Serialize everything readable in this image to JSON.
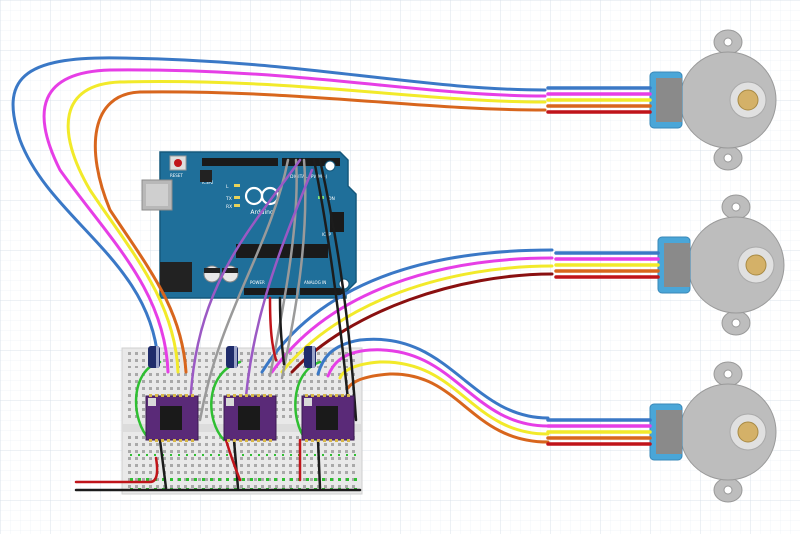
{
  "board": {
    "reset_label": "RESET",
    "icsp2_label": "ICSP2",
    "icsp_label": "ICSP",
    "brand_label": "Arduino",
    "header_label": "DIGITAL (PWM~)",
    "power_label": "POWER",
    "analog_label": "ANALOG IN",
    "led_labels": [
      "L",
      "TX",
      "RX"
    ],
    "on_label": "ON"
  },
  "wire_colors": {
    "blue": "#3a78c6",
    "pink": "#e63ee6",
    "yellow": "#f2ea2a",
    "orange": "#d8661d",
    "red": "#c0141a",
    "green": "#2fbf32",
    "black": "#1c1c1c",
    "gray": "#9a9a9a",
    "purple": "#9b59c4",
    "darkred": "#8a1010"
  },
  "components": {
    "board_color": "#1f6f9a",
    "driver_color": "#5a2a78",
    "motor_body_color": "#bdbdbd",
    "motor_connector_color": "#4aa6d8"
  }
}
